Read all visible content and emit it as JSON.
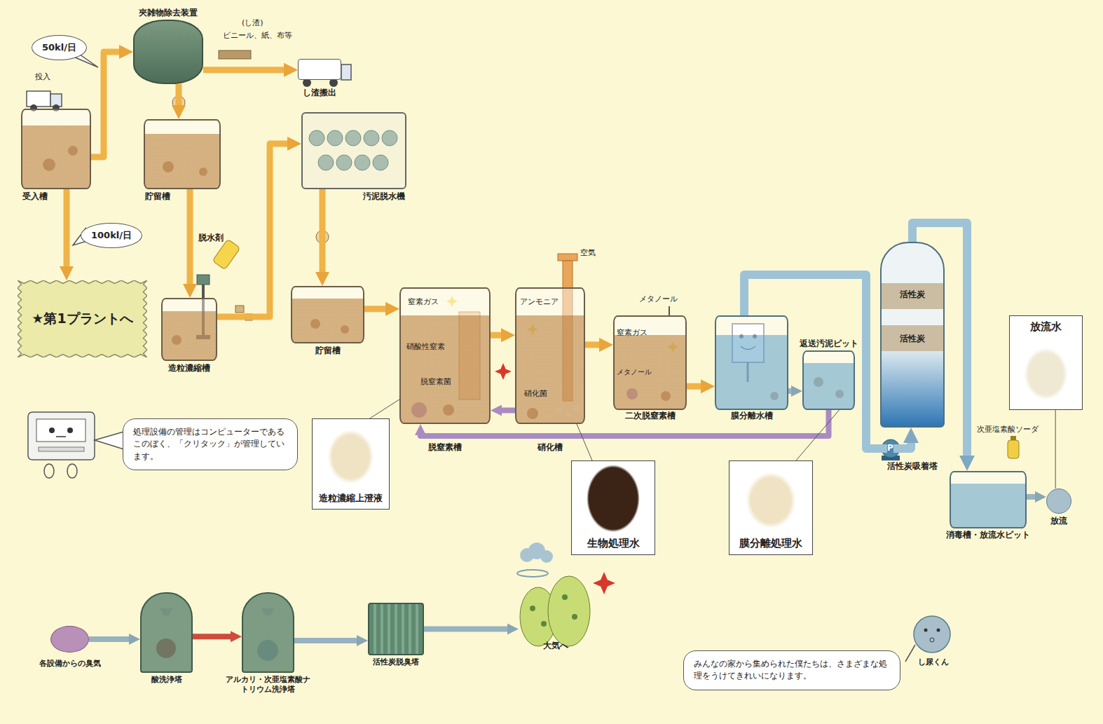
{
  "diagram": {
    "nodes": [
      {
        "text": [
          "50kl/日"
        ]
      },
      {
        "text": [
          "夾雑物除去装置"
        ]
      },
      {
        "text": [
          "し渣搬出"
        ]
      },
      {
        "text": [
          "受入槽"
        ]
      },
      {
        "text": [
          "貯留槽"
        ]
      },
      {
        "text": [
          "汚泥脱水機"
        ]
      },
      {
        "text": [
          "100kl/日"
        ]
      },
      {
        "text": [
          "★第1プラントへ"
        ]
      },
      {
        "text": [
          "造粒濃縮槽"
        ]
      },
      {
        "text": [
          "貯留槽"
        ]
      },
      {
        "text": [
          "脱窒素槽"
        ]
      },
      {
        "text": [
          "硝化槽"
        ]
      },
      {
        "text": [
          "二次脱窒素槽"
        ]
      },
      {
        "text": [
          "膜分離水槽"
        ]
      },
      {
        "text": [
          "返送汚泥ピット"
        ]
      },
      {
        "text": [
          "活性炭吸着塔"
        ]
      },
      {
        "text": [
          "放流水"
        ]
      },
      {
        "text": [
          "消毒槽・放流水ピット"
        ]
      },
      {
        "text": [
          "放流"
        ]
      },
      {
        "text": [
          "処理設備の管理はコンピューターであるこのぼく、「クリタック」が管理しています。"
        ]
      },
      {
        "text": [
          "造粒濃縮上澄液"
        ]
      },
      {
        "text": [
          "生物処理水"
        ]
      },
      {
        "text": [
          "膜分離処理水"
        ]
      },
      {
        "text": [
          "各設備からの臭気"
        ]
      },
      {
        "text": [
          "酸洗浄塔"
        ]
      },
      {
        "text": [
          "アルカリ・次亜塩素酸ナトリウム洗浄塔"
        ]
      },
      {
        "text": [
          "活性炭脱臭塔"
        ]
      },
      {
        "text": [
          "大気へ"
        ]
      },
      {
        "text": [
          "みんなの家から集められた僕たちは、さまざまな処理をうけてきれいになります。"
        ]
      }
    ],
    "edges": [
      {
        "from": 3,
        "to": 1,
        "arrow": "to"
      },
      {
        "from": 1,
        "to": 2,
        "arrow": "to"
      },
      {
        "from": 1,
        "to": 4,
        "arrow": "to"
      },
      {
        "from": 4,
        "to": 8,
        "arrow": "to"
      },
      {
        "from": 8,
        "to": 5,
        "arrow": "to"
      },
      {
        "from": 5,
        "to": 9,
        "arrow": "to"
      },
      {
        "from": 3,
        "to": 7,
        "arrow": "to"
      },
      {
        "from": 9,
        "to": 10,
        "arrow": "to"
      },
      {
        "from": 10,
        "to": 11,
        "arrow": "to"
      },
      {
        "from": 11,
        "to": 10,
        "arrow": "to"
      },
      {
        "from": 11,
        "to": 12,
        "arrow": "to"
      },
      {
        "from": 12,
        "to": 13,
        "arrow": "to"
      },
      {
        "from": 13,
        "to": 14,
        "arrow": "to"
      },
      {
        "from": 14,
        "to": 10,
        "arrow": "to"
      },
      {
        "from": 13,
        "to": 15,
        "arrow": "to"
      },
      {
        "from": 15,
        "to": 17,
        "arrow": "to"
      },
      {
        "from": 17,
        "to": 18,
        "arrow": "to"
      },
      {
        "from": 20,
        "to": 10,
        "arrow": "none"
      },
      {
        "from": 21,
        "to": 11,
        "arrow": "none"
      },
      {
        "from": 22,
        "to": 14,
        "arrow": "none"
      },
      {
        "from": 16,
        "to": 18,
        "arrow": "none"
      },
      {
        "from": 23,
        "to": 24,
        "arrow": "to"
      },
      {
        "from": 24,
        "to": 25,
        "arrow": "to"
      },
      {
        "from": 25,
        "to": 26,
        "arrow": "to"
      },
      {
        "from": 26,
        "to": 27,
        "arrow": "to"
      }
    ],
    "labels": [
      "投入",
      "(し渣)",
      "ビニール、紙、布等",
      "脱水剤",
      "窒素ガス",
      "硝酸性窒素",
      "脱窒素菌",
      "アンモニア",
      "硝化菌",
      "空気",
      "メタノール",
      "窒素ガス",
      "メタノール",
      "活性炭",
      "活性炭",
      "P",
      "次亜塩素酸ソーダ",
      "し尿くん"
    ]
  }
}
